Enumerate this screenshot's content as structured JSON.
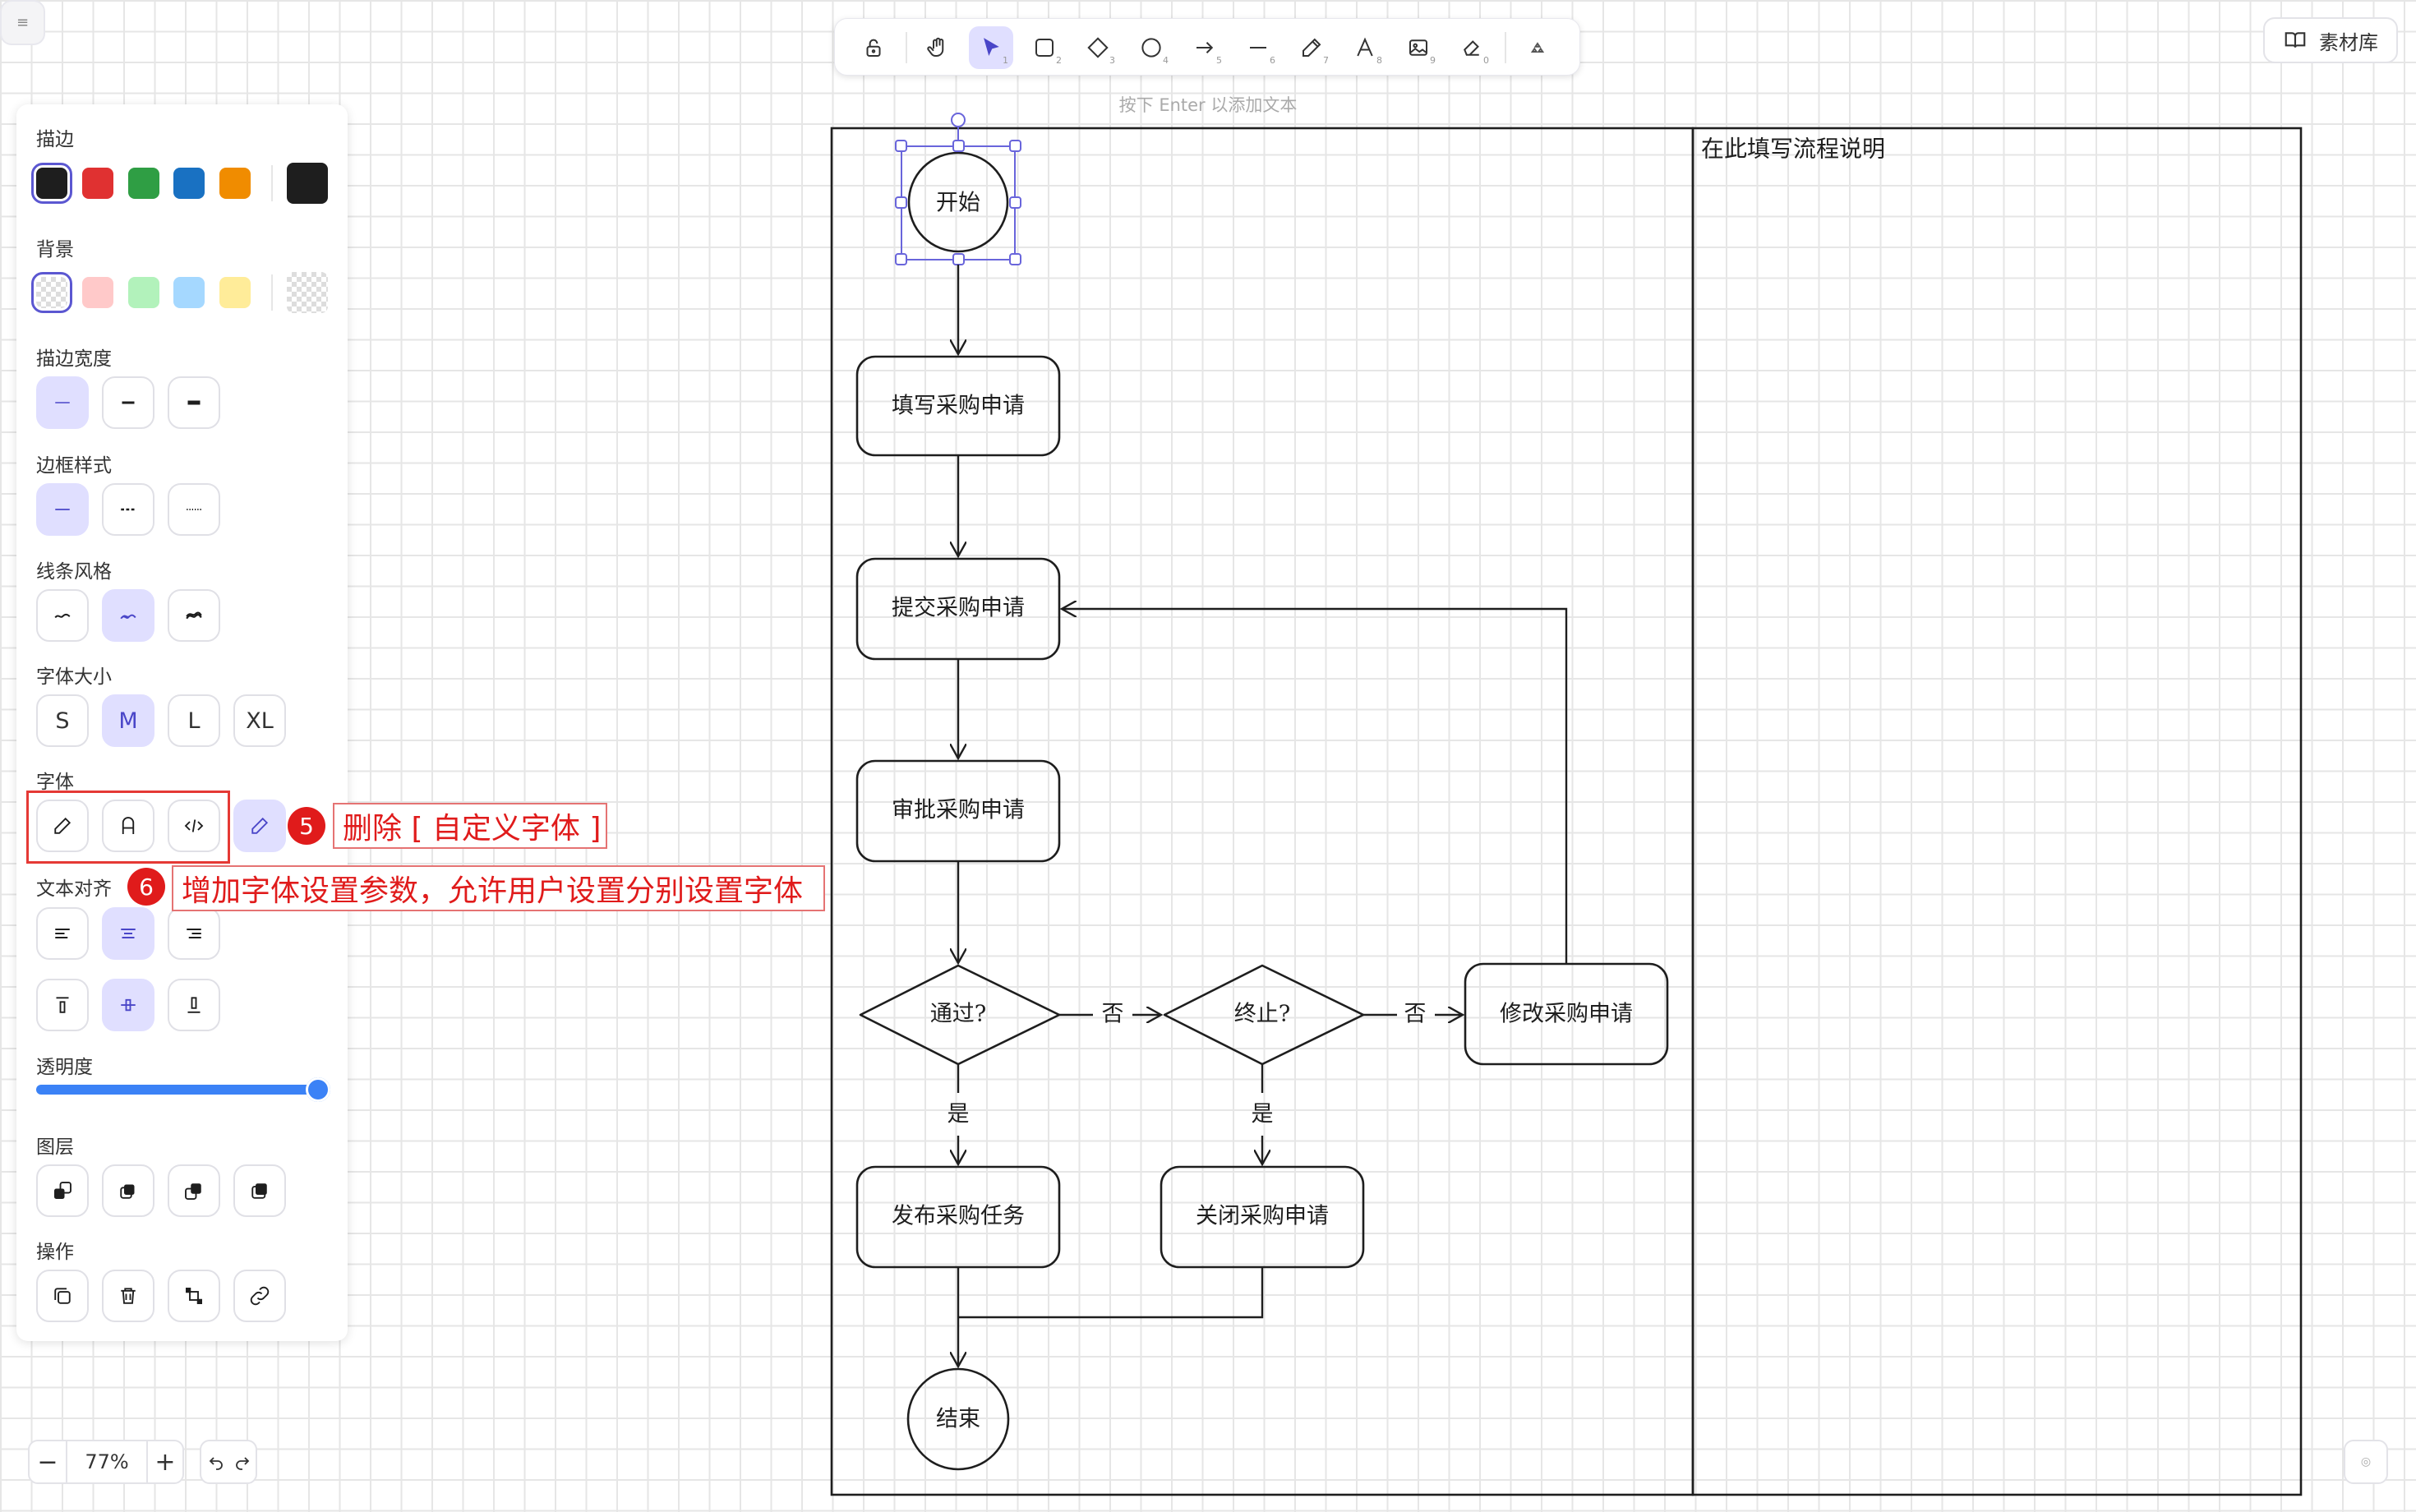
{
  "toolbar": {
    "tools": [
      {
        "name": "lock",
        "icon": "lock-icon",
        "key": ""
      },
      {
        "name": "hand",
        "icon": "hand-icon",
        "key": ""
      },
      {
        "name": "selection",
        "icon": "pointer-icon",
        "key": "1",
        "active": true
      },
      {
        "name": "rectangle",
        "icon": "rectangle-icon",
        "key": "2"
      },
      {
        "name": "diamond",
        "icon": "diamond-icon",
        "key": "3"
      },
      {
        "name": "ellipse",
        "icon": "ellipse-icon",
        "key": "4"
      },
      {
        "name": "arrow",
        "icon": "arrow-icon",
        "key": "5"
      },
      {
        "name": "line",
        "icon": "line-icon",
        "key": "6"
      },
      {
        "name": "draw",
        "icon": "pencil-icon",
        "key": "7"
      },
      {
        "name": "text",
        "icon": "text-icon",
        "key": "8"
      },
      {
        "name": "image",
        "icon": "image-icon",
        "key": "9"
      },
      {
        "name": "eraser",
        "icon": "eraser-icon",
        "key": "0"
      },
      {
        "name": "more",
        "icon": "shapes-icon",
        "key": ""
      }
    ]
  },
  "library": {
    "label": "素材库"
  },
  "hint": "按下 Enter 以添加文本",
  "panel": {
    "stroke_label": "描边",
    "stroke_colors": [
      "#1e1e1e",
      "#e03131",
      "#2f9e44",
      "#1971c2",
      "#f08c00"
    ],
    "stroke_current": "#1e1e1e",
    "background_label": "背景",
    "background_colors": [
      "transparent",
      "#ffc9c9",
      "#b2f2bb",
      "#a5d8ff",
      "#ffec99"
    ],
    "stroke_width_label": "描边宽度",
    "stroke_style_label": "边框样式",
    "sloppiness_label": "线条风格",
    "font_size_label": "字体大小",
    "font_sizes": [
      "S",
      "M",
      "L",
      "XL"
    ],
    "font_family_label": "字体",
    "text_align_label": "文本对齐",
    "opacity_label": "透明度",
    "opacity_value": 100,
    "layers_label": "图层",
    "actions_label": "操作"
  },
  "annotations": [
    {
      "num": "5",
      "text": "删除 [ 自定义字体 ]"
    },
    {
      "num": "6",
      "text": "增加字体设置参数，允许用户设置分别设置字体"
    }
  ],
  "diagram": {
    "note": "在此填写流程说明",
    "nodes": {
      "start": "开始",
      "fill": "填写采购申请",
      "submit": "提交采购申请",
      "approve": "审批采购申请",
      "pass": "通过?",
      "terminate": "终止?",
      "modify": "修改采购申请",
      "publish": "发布采购任务",
      "close": "关闭采购申请",
      "end": "结束"
    },
    "edge_labels": {
      "no1": "否",
      "no2": "否",
      "yes1": "是",
      "yes2": "是"
    }
  },
  "zoom": {
    "value": "77%",
    "minus": "−",
    "plus": "+"
  }
}
